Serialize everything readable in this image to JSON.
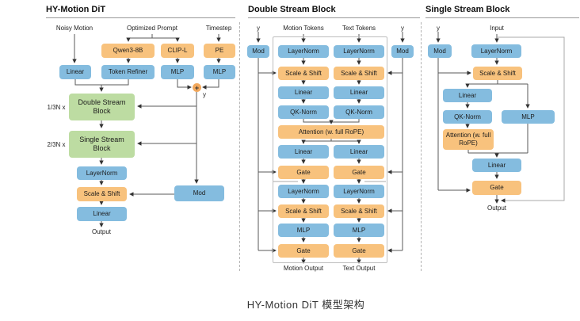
{
  "caption": "HY-Motion DiT 模型架构",
  "colors": {
    "box_blue": "#84BCDF",
    "box_orange": "#F8C27D",
    "box_green": "#BDDCA2",
    "plus_circle": "#F2A85C"
  },
  "left": {
    "title": "HY-Motion DiT",
    "noisy_motion": "Noisy Motion",
    "optimized_prompt": "Optimized Prompt",
    "timestep": "Timestep",
    "qwen": "Qwen3-8B",
    "clip": "CLIP-L",
    "pe": "PE",
    "linear_in": "Linear",
    "token_refiner": "Token Refiner",
    "mlp_clip": "MLP",
    "mlp_pe": "MLP",
    "plus": "+",
    "y": "y",
    "double_mult": "1/3N x",
    "single_mult": "2/3N x",
    "double_stream": "Double Stream Block",
    "single_stream": "Single Stream Block",
    "layernorm": "LayerNorm",
    "scale_shift": "Scale & Shift",
    "linear_out": "Linear",
    "mod": "Mod",
    "output": "Output"
  },
  "mid": {
    "title": "Double Stream Block",
    "y_left": "y",
    "y_right": "y",
    "motion_tokens": "Motion Tokens",
    "text_tokens": "Text Tokens",
    "mod_left": "Mod",
    "mod_right": "Mod",
    "rows_top": [
      "LayerNorm",
      "Scale & Shift",
      "Linear",
      "QK-Norm"
    ],
    "attention": "Attention (w. full RoPE)",
    "rows_bottom": [
      "Linear",
      "Gate",
      "LayerNorm",
      "Scale & Shift",
      "MLP",
      "Gate"
    ],
    "motion_output": "Motion Output",
    "text_output": "Text Output"
  },
  "right": {
    "title": "Single Stream Block",
    "y": "y",
    "input": "Input",
    "mod": "Mod",
    "layernorm": "LayerNorm",
    "scale_shift": "Scale & Shift",
    "linear_attn": "Linear",
    "qk_norm": "QK-Norm",
    "mlp": "MLP",
    "attention": "Attention (w. full RoPE)",
    "linear_out": "Linear",
    "gate": "Gate",
    "output": "Output"
  }
}
